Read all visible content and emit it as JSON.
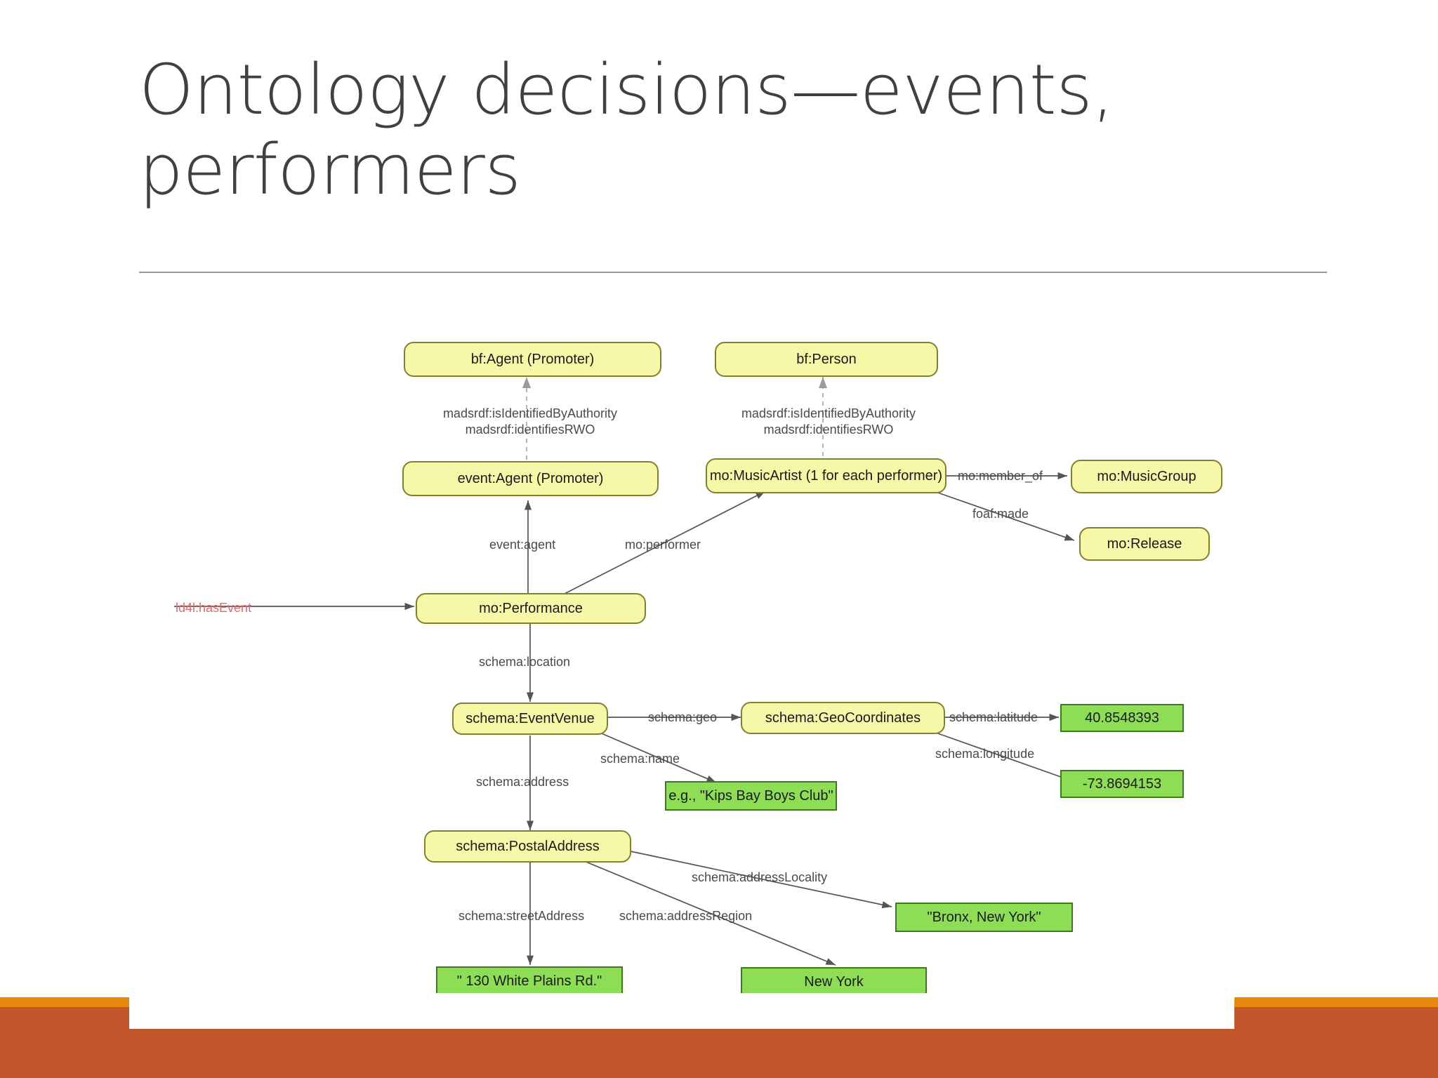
{
  "slide": {
    "title": "Ontology decisions—events,\nperformers",
    "accent_color": "#c0562a",
    "accent_highlight_color": "#e8890c",
    "title_color": "#404040",
    "rule_color": "#9a9a9a"
  },
  "diagram": {
    "type": "ontology-graph",
    "class_node_fill": "#f7f7a8",
    "class_node_stroke": "#83812d",
    "literal_node_fill": "#8ede55",
    "literal_node_stroke": "#3d7a18",
    "nodes": [
      {
        "id": "bf-agent",
        "label": "bf:Agent (Promoter)",
        "kind": "class"
      },
      {
        "id": "bf-person",
        "label": "bf:Person",
        "kind": "class"
      },
      {
        "id": "event-agent",
        "label": "event:Agent (Promoter)",
        "kind": "class"
      },
      {
        "id": "mo-musicartist",
        "label": "mo:MusicArtist (1 for each performer)",
        "kind": "class"
      },
      {
        "id": "mo-musicgroup",
        "label": "mo:MusicGroup",
        "kind": "class"
      },
      {
        "id": "mo-release",
        "label": "mo:Release",
        "kind": "class"
      },
      {
        "id": "mo-performance",
        "label": "mo:Performance",
        "kind": "class"
      },
      {
        "id": "schema-eventvenue",
        "label": "schema:EventVenue",
        "kind": "class"
      },
      {
        "id": "schema-geocoordinates",
        "label": "schema:GeoCoordinates",
        "kind": "class"
      },
      {
        "id": "schema-postaladdress",
        "label": "schema:PostalAddress",
        "kind": "class"
      },
      {
        "id": "lit-latitude",
        "label": "40.8548393",
        "kind": "literal"
      },
      {
        "id": "lit-longitude",
        "label": "-73.8694153",
        "kind": "literal"
      },
      {
        "id": "lit-venuename",
        "label": "e.g., \"Kips Bay Boys Club\"",
        "kind": "literal"
      },
      {
        "id": "lit-locality",
        "label": "\"Bronx, New York\"",
        "kind": "literal"
      },
      {
        "id": "lit-street",
        "label": "\" 130 White Plains Rd.\"",
        "kind": "literal"
      },
      {
        "id": "lit-region",
        "label": "New York",
        "kind": "literal"
      }
    ],
    "edges": [
      {
        "id": "e-mads-left",
        "label": "madsrdf:isIdentifiedByAuthority\nmadsrdf:identifiesRWO",
        "from": "event-agent",
        "to": "bf-agent",
        "style": "dashed"
      },
      {
        "id": "e-mads-right",
        "label": "madsrdf:isIdentifiedByAuthority\nmadsrdf:identifiesRWO",
        "from": "mo-musicartist",
        "to": "bf-person",
        "style": "dashed"
      },
      {
        "id": "e-member-of",
        "label": "mo:member_of",
        "from": "mo-musicartist",
        "to": "mo-musicgroup",
        "style": "solid"
      },
      {
        "id": "e-foaf-made",
        "label": "foaf:made",
        "from": "mo-musicartist",
        "to": "mo-release",
        "style": "solid"
      },
      {
        "id": "e-event-agent",
        "label": "event:agent",
        "from": "mo-performance",
        "to": "event-agent",
        "style": "solid"
      },
      {
        "id": "e-performer",
        "label": "mo:performer",
        "from": "mo-performance",
        "to": "mo-musicartist",
        "style": "solid"
      },
      {
        "id": "e-hasevent",
        "label": "ld4l:hasEvent",
        "from": "",
        "to": "mo-performance",
        "style": "solid",
        "color": "#e26a6a"
      },
      {
        "id": "e-location",
        "label": "schema:location",
        "from": "mo-performance",
        "to": "schema-eventvenue",
        "style": "solid"
      },
      {
        "id": "e-geo",
        "label": "schema:geo",
        "from": "schema-eventvenue",
        "to": "schema-geocoordinates",
        "style": "solid"
      },
      {
        "id": "e-name",
        "label": "schema:name",
        "from": "schema-eventvenue",
        "to": "lit-venuename",
        "style": "solid"
      },
      {
        "id": "e-address",
        "label": "schema:address",
        "from": "schema-eventvenue",
        "to": "schema-postaladdress",
        "style": "solid"
      },
      {
        "id": "e-latitude",
        "label": "schema:latitude",
        "from": "schema-geocoordinates",
        "to": "lit-latitude",
        "style": "solid"
      },
      {
        "id": "e-longitude",
        "label": "schema:longitude",
        "from": "schema-geocoordinates",
        "to": "lit-longitude",
        "style": "solid"
      },
      {
        "id": "e-locality",
        "label": "schema:addressLocality",
        "from": "schema-postaladdress",
        "to": "lit-locality",
        "style": "solid"
      },
      {
        "id": "e-street",
        "label": "schema:streetAddress",
        "from": "schema-postaladdress",
        "to": "lit-street",
        "style": "solid"
      },
      {
        "id": "e-region",
        "label": "schema:addressRegion",
        "from": "schema-postaladdress",
        "to": "lit-region",
        "style": "solid"
      }
    ]
  }
}
